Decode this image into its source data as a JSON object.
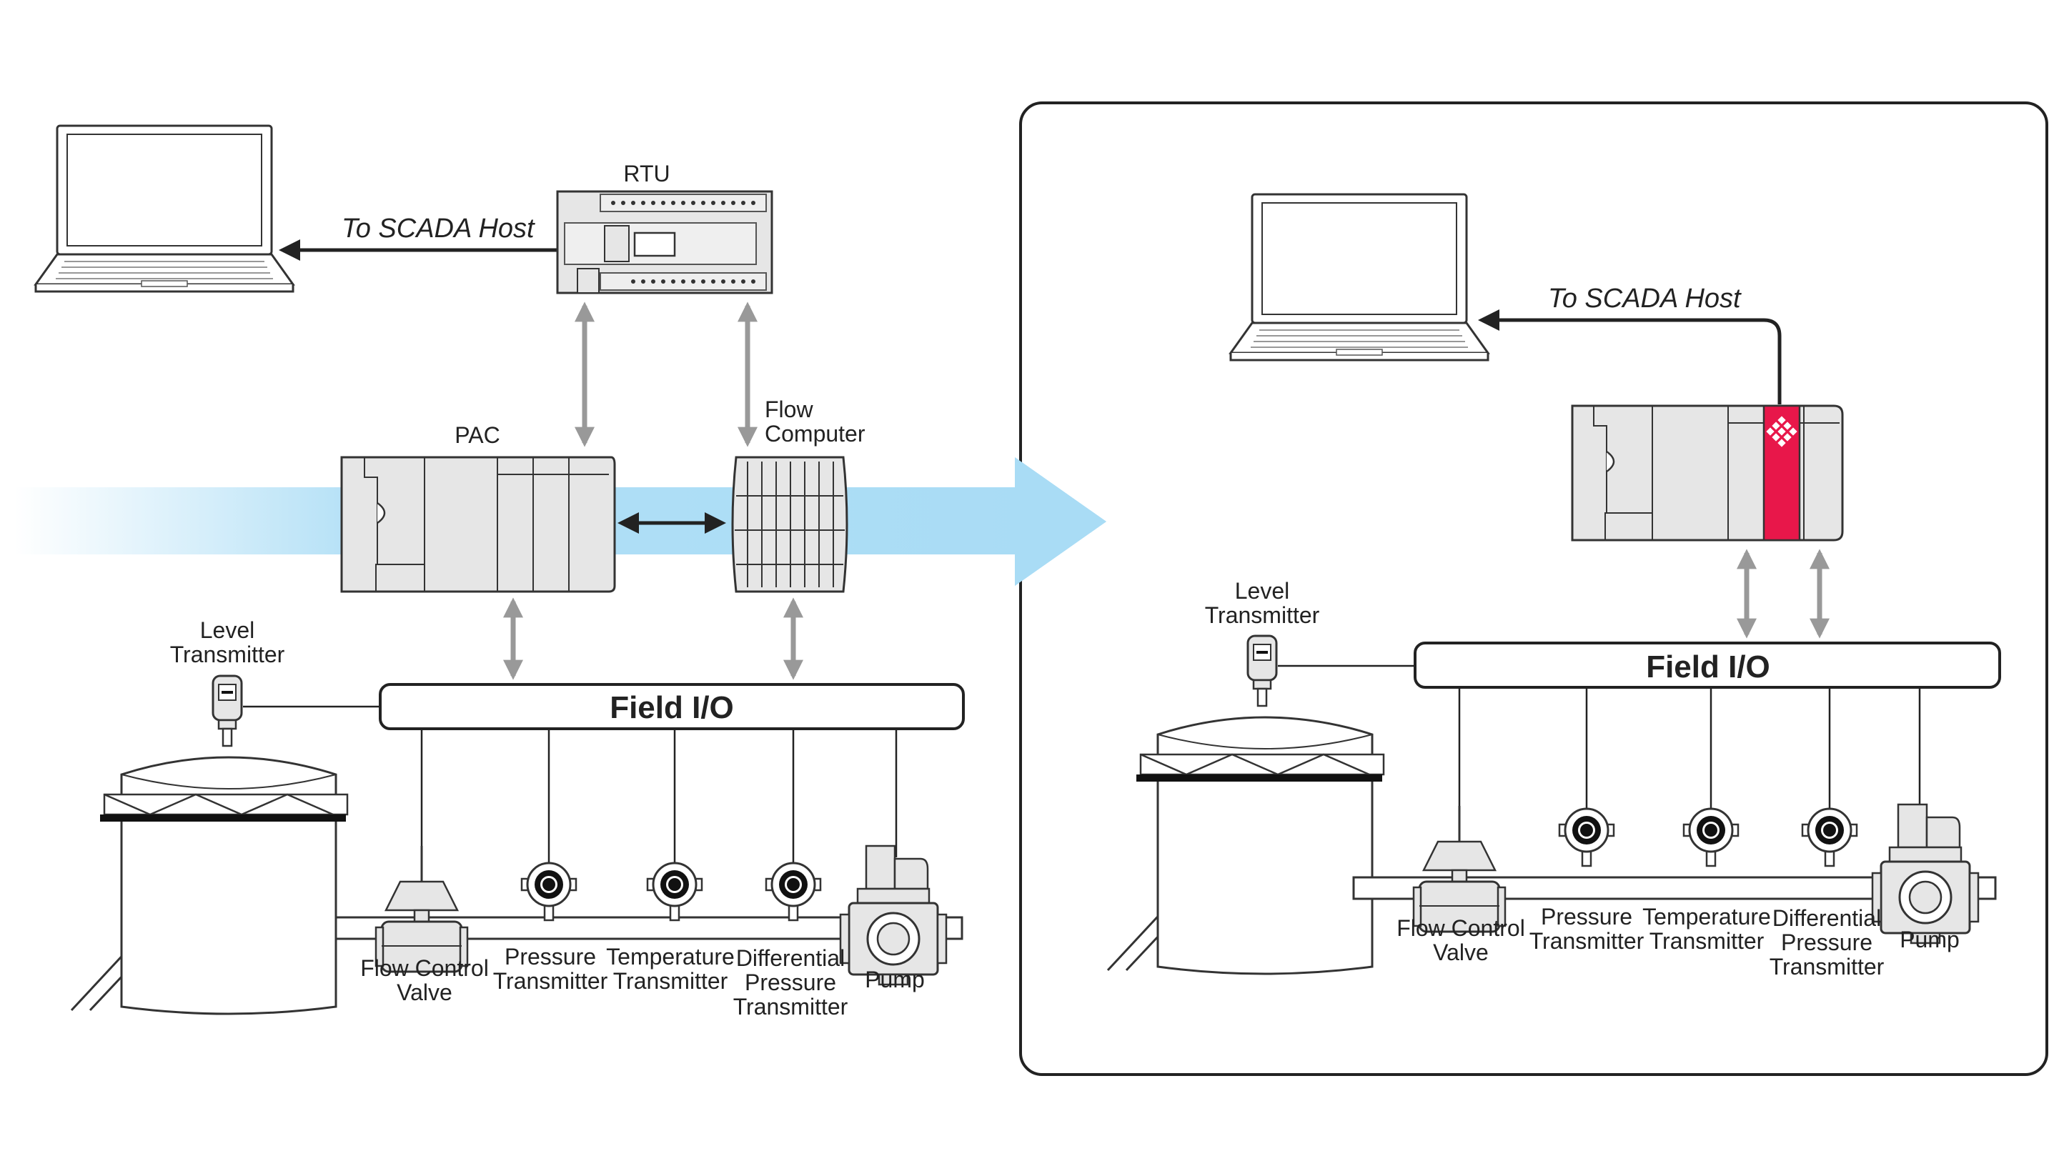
{
  "left": {
    "scada_label": "To SCADA Host",
    "rtu_label": "RTU",
    "pac_label": "PAC",
    "flow_computer_label": [
      "Flow",
      "Computer"
    ],
    "field_io_label": "Field I/O",
    "level_transmitter_label": [
      "Level",
      "Transmitter"
    ],
    "devices": [
      {
        "lines": [
          "Flow Control",
          "Valve"
        ]
      },
      {
        "lines": [
          "Pressure",
          "Transmitter"
        ]
      },
      {
        "lines": [
          "Temperature",
          "Transmitter"
        ]
      },
      {
        "lines": [
          "Differential",
          "Pressure",
          "Transmitter"
        ]
      },
      {
        "lines": [
          "Pump"
        ]
      }
    ]
  },
  "right": {
    "scada_label": "To SCADA Host",
    "field_io_label": "Field I/O",
    "level_transmitter_label": [
      "Level",
      "Transmitter"
    ],
    "devices": [
      {
        "lines": [
          "Flow Control",
          "Valve"
        ]
      },
      {
        "lines": [
          "Pressure",
          "Transmitter"
        ]
      },
      {
        "lines": [
          "Temperature",
          "Transmitter"
        ]
      },
      {
        "lines": [
          "Differential",
          "Pressure",
          "Transmitter"
        ]
      },
      {
        "lines": [
          "Pump"
        ]
      }
    ]
  },
  "colors": {
    "accent_red": "#e8174a",
    "flow_blue": "#a9dcf5",
    "device_gray": "#e6e6e6",
    "arrow_gray": "#999999",
    "line_dark": "#222222"
  }
}
